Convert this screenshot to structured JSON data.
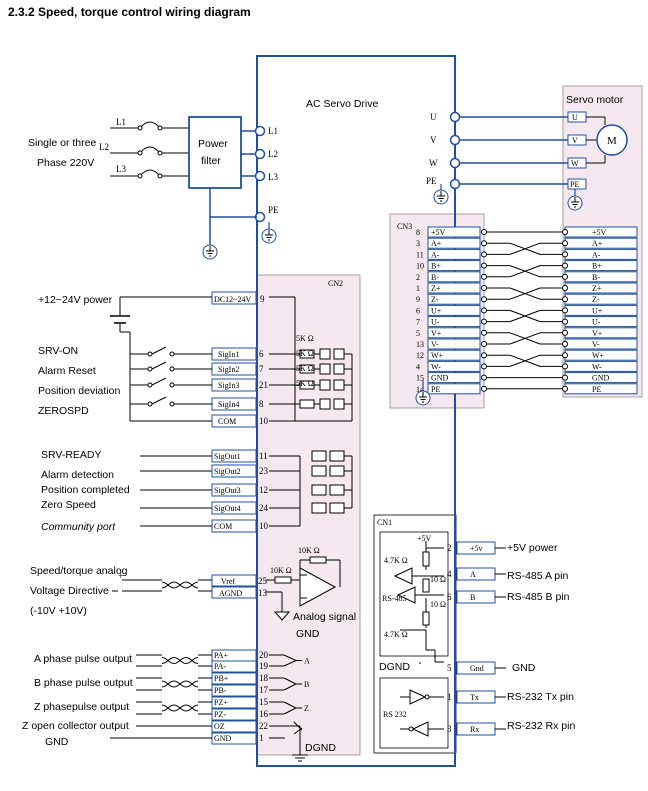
{
  "title": "2.3.2   Speed, torque control wiring diagram",
  "drive_label": "AC Servo Drive",
  "servo_motor_label": "Servo motor",
  "motor_symbol": "M",
  "power": {
    "input_label_1": "Single or three",
    "input_label_2": "Phase 220V",
    "filter_1": "Power",
    "filter_2": "filter",
    "lines": [
      "L1",
      "L2",
      "L3"
    ],
    "drive_terms": [
      "L1",
      "L2",
      "L3"
    ],
    "pe": "PE"
  },
  "motor_terms": {
    "drive": [
      "U",
      "V",
      "W",
      "PE"
    ],
    "motor": [
      "U",
      "V",
      "W",
      "PE"
    ]
  },
  "cn2": {
    "label": "CN2",
    "supply_label": "+12~24V power",
    "dc_pin": "DC12~24V",
    "dc_num": "9",
    "inputs": [
      "SRV-ON",
      "Alarm Reset",
      "Position deviation",
      "ZEROSPD"
    ],
    "in_pins": [
      "SigIn1",
      "SigIn2",
      "SigIn3",
      "SigIn4",
      "COM"
    ],
    "in_nums": [
      "6",
      "7",
      "21",
      "8",
      "10"
    ],
    "res": "5K Ω",
    "outputs": [
      "SRV-READY",
      "Alarm detection",
      "Position completed",
      "Zero Speed",
      "Community port"
    ],
    "out_pins": [
      "SigOut1",
      "SigOut2",
      "SigOut3",
      "SigOut4",
      "COM"
    ],
    "out_nums": [
      "11",
      "23",
      "12",
      "24",
      "10"
    ],
    "analog_label_1": "Speed/torque analog",
    "analog_label_2": "Voltage Directive",
    "analog_label_3": "(-10V +10V)",
    "analog_pins": [
      "Vref",
      "AGND"
    ],
    "analog_nums": [
      "25",
      "13"
    ],
    "analog_res_1": "10K Ω",
    "analog_res_2": "10K Ω",
    "analog_gnd_1": "Analog signal",
    "analog_gnd_2": "GND",
    "pulse_labels": [
      "A phase pulse output",
      "B phase pulse output",
      "Z phasepulse output",
      "Z open collector output",
      "GND"
    ],
    "pulse_pins": [
      "PA+",
      "PA-",
      "PB+",
      "PB-",
      "PZ+",
      "PZ-",
      "OZ",
      "GND"
    ],
    "pulse_nums": [
      "20",
      "19",
      "18",
      "17",
      "15",
      "16",
      "22",
      "1"
    ],
    "pulse_letters": [
      "A",
      "B",
      "Z"
    ],
    "dgnd": "DGND"
  },
  "cn3": {
    "label": "CN3",
    "nums": [
      "8",
      "3",
      "11",
      "10",
      "2",
      "1",
      "9",
      "6",
      "7",
      "5",
      "13",
      "12",
      "4",
      "15",
      "14"
    ],
    "pins": [
      "+5V",
      "A+",
      "A-",
      "B+",
      "B-",
      "Z+",
      "Z-",
      "U+",
      "U-",
      "V+",
      "V-",
      "W+",
      "W-",
      "GND",
      "PE"
    ]
  },
  "cn1": {
    "label": "CN1",
    "v5": "+5V",
    "r47a": "4.7K Ω",
    "r47b": "4.7K Ω",
    "r10a": "10 Ω",
    "r10b": "10 Ω",
    "rs485": "RS-485",
    "rs232": "RS 232",
    "dgnd": "DGND",
    "pin_nums": [
      "2",
      "4",
      "6",
      "5",
      "1",
      "3"
    ],
    "pin_names": [
      "+5v",
      "A",
      "B",
      "Gnd",
      "Tx",
      "Rx"
    ],
    "ext_labels": [
      "+5V power",
      "RS-485 A pin",
      "RS-485 B pin",
      "GND",
      "RS-232 Tx pin",
      "RS-232 Rx pin"
    ]
  }
}
